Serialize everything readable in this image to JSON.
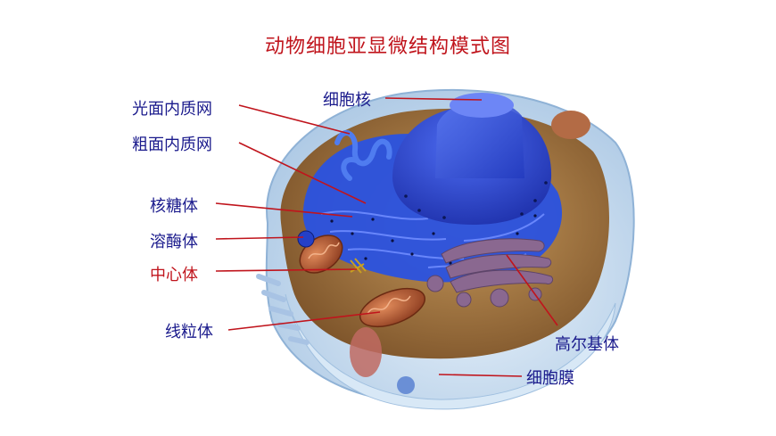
{
  "title": "动物细胞亚显微结构模式图",
  "colors": {
    "title": "#c0141c",
    "label": "#1a1a8c",
    "highlight_label": "#c0141c",
    "leader_line": "#c0141c",
    "membrane": "#cfe1f2",
    "er_blue": "#2a52e0",
    "nucleus": "#2f46d8",
    "golgi": "#8a6890",
    "mitochondria": "#b85a38"
  },
  "labels": {
    "smooth_er": "光面内质网",
    "rough_er": "粗面内质网",
    "ribosome": "核糖体",
    "lysosome": "溶酶体",
    "centrosome": "中心体",
    "mitochondrion": "线粒体",
    "nucleus": "细胞核",
    "golgi": "高尔基体",
    "cell_membrane": "细胞膜"
  }
}
